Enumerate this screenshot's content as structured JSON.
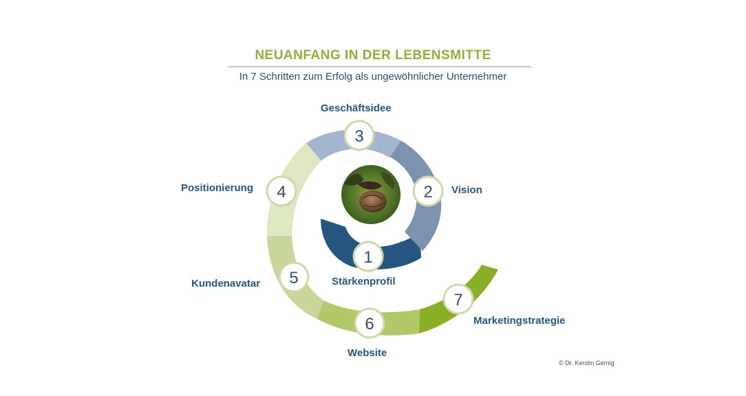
{
  "header": {
    "title": "NEUANFANG IN DER LEBENSMITTE",
    "subtitle": "In 7 Schritten zum Erfolg als ungewöhnlicher Unternehmer"
  },
  "steps": [
    {
      "number": "1",
      "label": "Stärkenprofil",
      "color": "#24567f"
    },
    {
      "number": "2",
      "label": "Vision",
      "color": "#7c93b0"
    },
    {
      "number": "3",
      "label": "Geschäftsidee",
      "color": "#a3b5cf"
    },
    {
      "number": "4",
      "label": "Positionierung",
      "color": "#dde7c2"
    },
    {
      "number": "5",
      "label": "Kundenavatar",
      "color": "#c7d79a"
    },
    {
      "number": "6",
      "label": "Website",
      "color": "#b2c869"
    },
    {
      "number": "7",
      "label": "Marketingstrategie",
      "color": "#8aaf24"
    }
  ],
  "center_image": {
    "icon": "walnut-photo"
  },
  "footer": {
    "copyright": "© Dr. Kerstin Gernig"
  },
  "colors": {
    "title": "#8cb135",
    "text": "#26567f",
    "circle_border": "#c9d7a0"
  }
}
